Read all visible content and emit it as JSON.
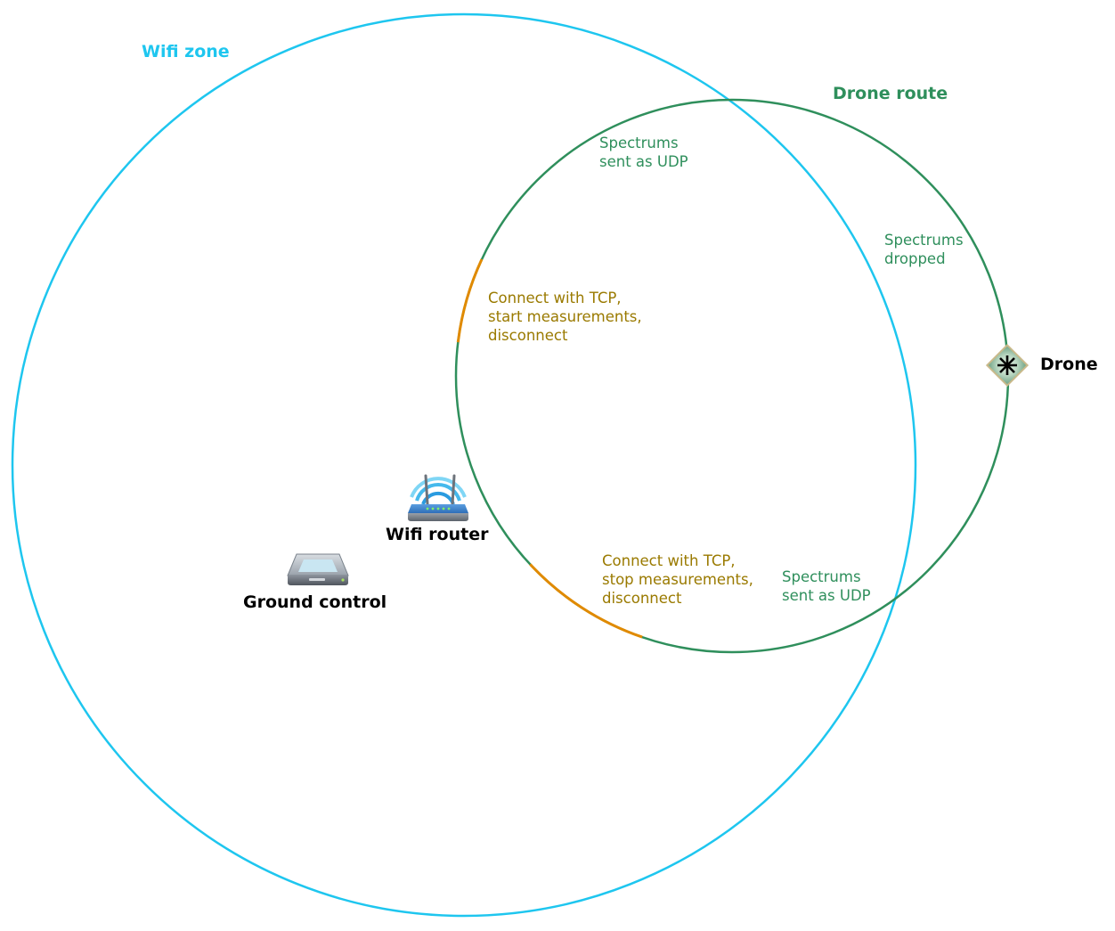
{
  "colors": {
    "wifi": "#1ec6ef",
    "route": "#2f8f5c",
    "tcp": "#e08a00",
    "tcp_text": "#9a7a00",
    "node_text": "#000000"
  },
  "wifi_zone": {
    "label": "Wifi zone"
  },
  "drone_route": {
    "label": "Drone route"
  },
  "notes": {
    "udp_top": {
      "lines": [
        "Spectrums",
        "sent as UDP"
      ]
    },
    "dropped": {
      "lines": [
        "Spectrums",
        "dropped"
      ]
    },
    "udp_bottom": {
      "lines": [
        "Spectrums",
        "sent as UDP"
      ]
    },
    "tcp_start": {
      "lines": [
        "Connect with TCP,",
        "start measurements,",
        "disconnect"
      ]
    },
    "tcp_stop": {
      "lines": [
        "Connect with TCP,",
        "stop measurements,",
        "disconnect"
      ]
    }
  },
  "nodes": {
    "router": {
      "label": "Wifi router",
      "icon": "wifi-router-icon"
    },
    "ground": {
      "label": "Ground control",
      "icon": "ground-control-icon"
    },
    "drone": {
      "label": "Drone",
      "icon": "drone-icon"
    }
  }
}
